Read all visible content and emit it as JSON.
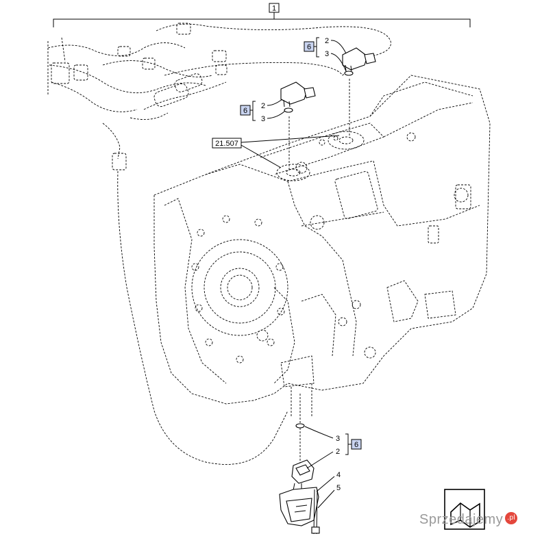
{
  "labels": {
    "assembly": "1",
    "ref_group": "6",
    "part_2": "2",
    "part_3": "3",
    "part_4": "4",
    "part_5": "5",
    "section_ref": "21.507"
  },
  "watermark": {
    "text": "Sprzedajemy",
    "badge": ".pl"
  },
  "icons": [
    "book-icon"
  ]
}
